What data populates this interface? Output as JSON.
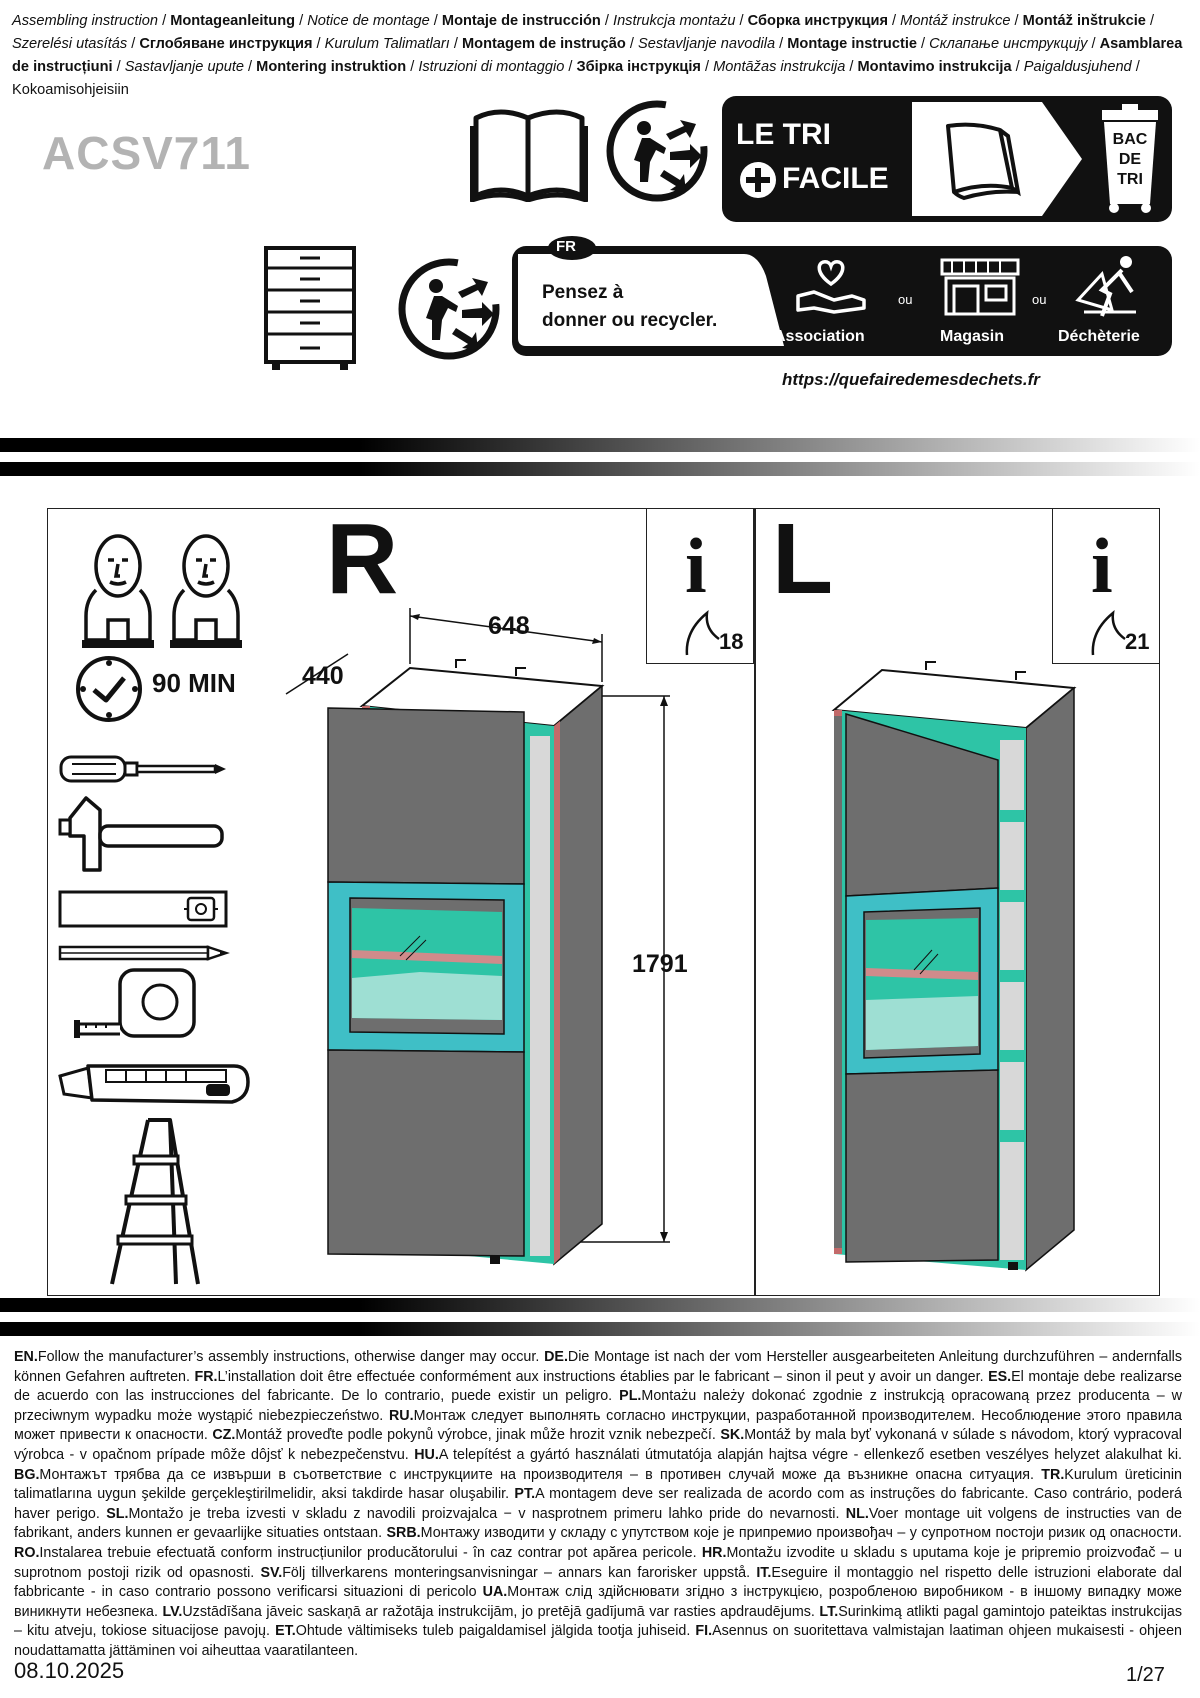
{
  "header": {
    "languages": [
      {
        "text": "Assembling instruction",
        "style": "it"
      },
      {
        "text": "Montageanleitung",
        "style": "bd"
      },
      {
        "text": "Notice de montage",
        "style": "it"
      },
      {
        "text": "Montaje de instrucción",
        "style": "bd"
      },
      {
        "text": "Instrukcja montażu",
        "style": "it"
      },
      {
        "text": "Сборка инструкция",
        "style": "bd"
      },
      {
        "text": "Montáž instrukce",
        "style": "it"
      },
      {
        "text": "Montáž inštrukcie",
        "style": "bd"
      },
      {
        "text": "Szerelési utasítás",
        "style": "it"
      },
      {
        "text": "Сглобяване инструкция",
        "style": "bd"
      },
      {
        "text": "Kurulum Talimatları",
        "style": "it"
      },
      {
        "text": "Montagem de instrução",
        "style": "bd"
      },
      {
        "text": "Sestavljanje navodila",
        "style": "it"
      },
      {
        "text": "Montage instructie",
        "style": "bd"
      },
      {
        "text": "Склапање инструкцију",
        "style": "it"
      },
      {
        "text": "Asamblarea de instrucțiuni",
        "style": "bd"
      },
      {
        "text": "Sastavljanje upute",
        "style": "it"
      },
      {
        "text": "Montering instruktion",
        "style": "bd"
      },
      {
        "text": "Istruzioni di montaggio",
        "style": "it"
      },
      {
        "text": "Збірка інструкція",
        "style": "bd"
      },
      {
        "text": "Montāžas instrukcija",
        "style": "it"
      },
      {
        "text": "Montavimo instrukcija",
        "style": "bd"
      },
      {
        "text": "Paigaldusjuhend",
        "style": "it"
      },
      {
        "text": "Kokoamisohjeisiin",
        "style": "n"
      }
    ],
    "model": "ACSV711"
  },
  "recycling": {
    "tri_line1": "LE TRI",
    "tri_line2": "FACILE",
    "bac_line1": "BAC",
    "bac_line2": "DE",
    "bac_line3": "TRI",
    "fr_badge": "FR",
    "pensez_line1": "Pensez à",
    "pensez_line2": "donner ou recycler.",
    "option1": "Association",
    "option2": "Magasin",
    "option3": "Déchèterie",
    "ou": "ou",
    "url": "https://quefairedemesdechets.fr"
  },
  "figure": {
    "time": "90 MIN",
    "variant_right": "R",
    "variant_left": "L",
    "info_page_right": "18",
    "info_page_left": "21",
    "info_symbol": "i",
    "dim_width": "648",
    "dim_depth": "440",
    "dim_height": "1791"
  },
  "warning": [
    {
      "code": "EN.",
      "text": "Follow the manufacturer’s assembly instructions, otherwise danger may occur. "
    },
    {
      "code": "DE.",
      "text": "Die Montage ist nach der vom Hersteller ausgearbeiteten Anleitung durchzuführen – andernfalls können Gefahren auftreten. "
    },
    {
      "code": "FR.",
      "text": "L’installation doit être effectuée conformément aux instructions établies par le fabricant – sinon il peut y avoir un danger. "
    },
    {
      "code": "ES.",
      "text": "El montaje debe realizarse de acuerdo con las instrucciones del fabricante. De lo contrario, puede existir un peligro. "
    },
    {
      "code": "PL.",
      "text": "Montażu należy dokonać zgodnie z instrukcją opracowaną przez producenta – w przeciwnym wypadku może wystąpić niebezpieczeństwo. "
    },
    {
      "code": "RU.",
      "text": "Монтаж следует выполнять согласно инструкции, разработанной производителем. Несоблюдение этого правила может привести к опасности. "
    },
    {
      "code": "CZ.",
      "text": "Montáž proveďte podle pokynů výrobce, jinak může hrozit vznik nebezpečí. "
    },
    {
      "code": "SK.",
      "text": "Montáž by mala byť vykonaná v súlade s návodom, ktorý vypracoval výrobca - v opačnom prípade môže dôjsť k nebezpečenstvu. "
    },
    {
      "code": "HU.",
      "text": "A telepítést a gyártó használati útmutatója alapján hajtsa végre - ellenkező esetben veszélyes helyzet alakulhat ki. "
    },
    {
      "code": "BG.",
      "text": "Монтажът трябва да се извърши в съответствие с инструкциите на производителя – в противен случай може да възникне опасна ситуация. "
    },
    {
      "code": "TR.",
      "text": "Kurulum üreticinin talimatlarına uygun şekilde gerçekleştirilmelidir, aksi takdirde hasar oluşabilir. "
    },
    {
      "code": "PT.",
      "text": "A montagem deve ser realizada de acordo com as instruções do fabricante. Caso contrário, poderá haver perigo. "
    },
    {
      "code": "SL.",
      "text": "Montažo je treba izvesti v skladu z navodili proizvajalca − v nasprotnem primeru lahko pride do nevarnosti. "
    },
    {
      "code": "NL.",
      "text": "Voer montage uit volgens de instructies van de fabrikant, anders kunnen er gevaarlijke situaties ontstaan. "
    },
    {
      "code": "SRB.",
      "text": "Монтажу изводити у складу с упутством које је припремио произвођач – у супротном постоји ризик од опасности. "
    },
    {
      "code": "RO.",
      "text": "Instalarea trebuie efectuată conform instrucțiunilor producătorului - în caz contrar pot apărea pericole. "
    },
    {
      "code": "HR.",
      "text": "Montažu izvodite u skladu s uputama koje je pripremio proizvođač – u suprotnom postoji rizik od opasnosti. "
    },
    {
      "code": "SV.",
      "text": "Följ tillverkarens monteringsanvisningar – annars kan farorisker uppstå. "
    },
    {
      "code": "IT.",
      "text": "Eseguire il montaggio nel rispetto delle istruzioni elaborate dal fabbricante - in caso contrario possono verificarsi situazioni di pericolo "
    },
    {
      "code": "UA.",
      "text": "Монтаж слід здійснювати згідно з інструкцією, розробленою виробником - в іншому випадку може виникнути небезпека. "
    },
    {
      "code": "LV.",
      "text": "Uzstādīšana jāveic saskaņā ar ražotāja instrukcijām, jo pretējā gadījumā var rasties apdraudējums. "
    },
    {
      "code": "LT.",
      "text": "Surinkimą atlikti pagal gamintojo pateiktas instrukcijas – kitu atveju, tokiose situacijose pavojų. "
    },
    {
      "code": "ET.",
      "text": "Ohtude vältimiseks tuleb paigaldamisel jälgida tootja juhiseid. "
    },
    {
      "code": "FI.",
      "text": "Asennus on suoritettava valmistajan laatiman ohjeen mukaisesti - ohjeen noudattamatta jättäminen voi aiheuttaa vaaratilanteen."
    }
  ],
  "footer": {
    "date": "08.10.2025",
    "page": "1/27"
  }
}
